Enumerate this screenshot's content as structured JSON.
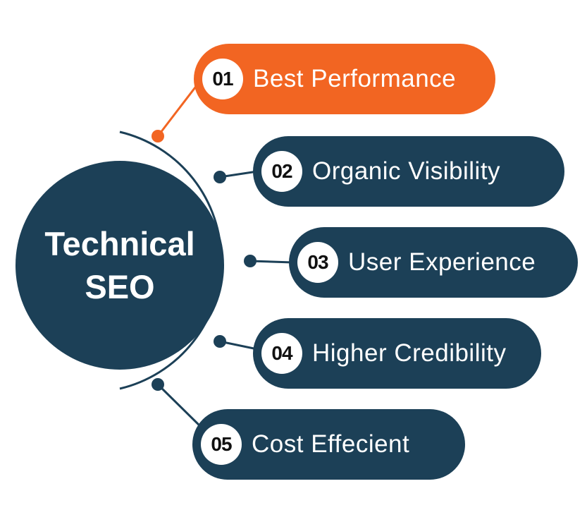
{
  "hub": {
    "line1": "Technical",
    "line2": "SEO"
  },
  "items": [
    {
      "number": "01",
      "label": "Best Performance",
      "color": "#f26522"
    },
    {
      "number": "02",
      "label": "Organic Visibility",
      "color": "#1c4057"
    },
    {
      "number": "03",
      "label": "User Experience",
      "color": "#1c4057"
    },
    {
      "number": "04",
      "label": "Higher Credibility",
      "color": "#1c4057"
    },
    {
      "number": "05",
      "label": "Cost Effecient",
      "color": "#1c4057"
    }
  ],
  "colors": {
    "primary": "#1c4057",
    "accent": "#f26522"
  }
}
